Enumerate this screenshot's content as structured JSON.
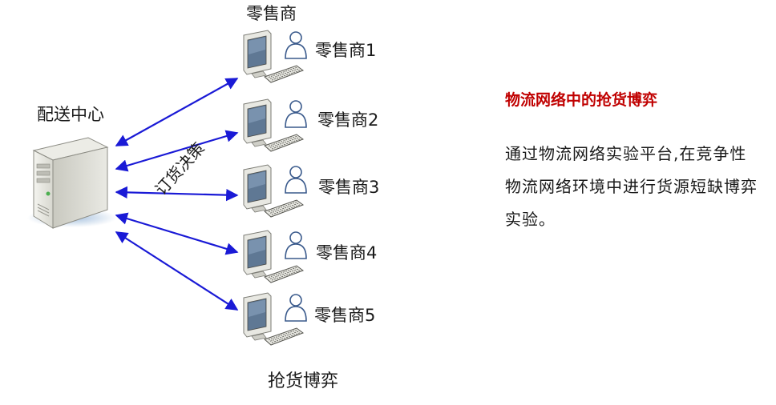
{
  "diagram": {
    "center_label": "配送中心",
    "header_label": "零售商",
    "edge_label": "订货决策",
    "caption": "抢货博弈",
    "retailers": [
      {
        "label": "零售商1"
      },
      {
        "label": "零售商2"
      },
      {
        "label": "零售商3"
      },
      {
        "label": "零售商4"
      },
      {
        "label": "零售商5"
      }
    ]
  },
  "panel": {
    "title": "物流网络中的抢货博弈",
    "body": "通过物流网络实验平台,在竞争性物流网络环境中进行货源短缺博弈实验。"
  },
  "colors": {
    "arrow": "#1a1ad6",
    "title_red": "#c00000"
  }
}
